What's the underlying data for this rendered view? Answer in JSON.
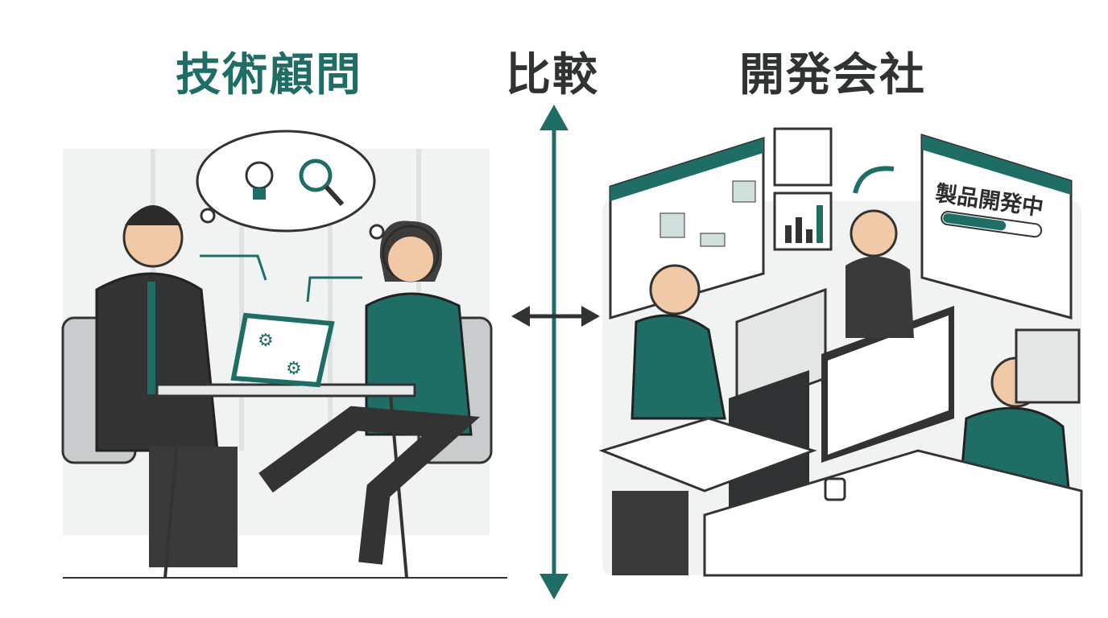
{
  "titles": {
    "left": "技術顧問",
    "center": "比較",
    "right": "開発会社"
  },
  "screen": {
    "label": "製品開発中",
    "progress_percent": 65
  },
  "colors": {
    "accent": "#1f6e66",
    "dark": "#2f3333",
    "gray": "#d9dcdc"
  }
}
